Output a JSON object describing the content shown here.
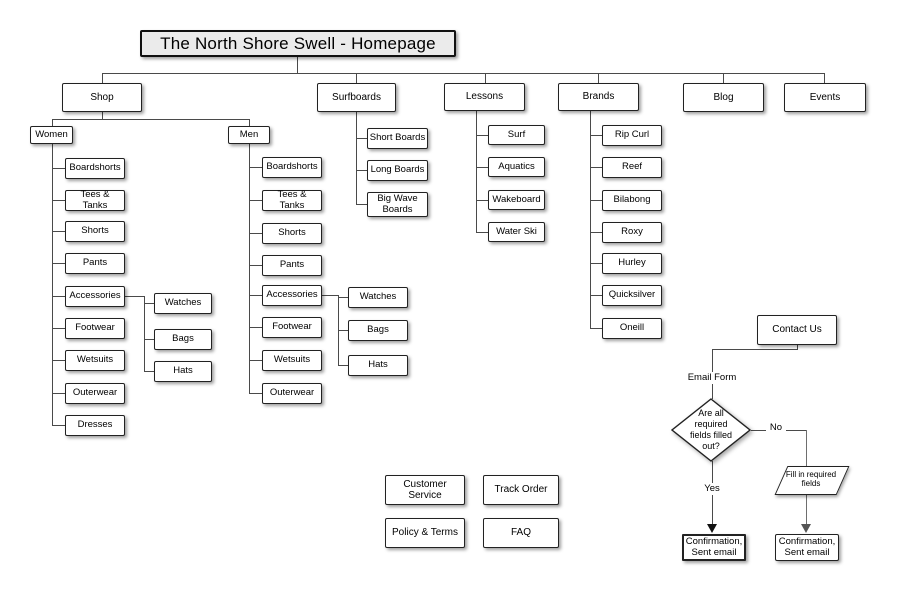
{
  "title": "The North Shore Swell - Homepage",
  "nav": {
    "shop": "Shop",
    "surfboards": "Surfboards",
    "lessons": "Lessons",
    "brands": "Brands",
    "blog": "Blog",
    "events": "Events"
  },
  "shop": {
    "women": {
      "label": "Women",
      "children": [
        "Boardshorts",
        "Tees & Tanks",
        "Shorts",
        "Pants",
        "Accessories",
        "Footwear",
        "Wetsuits",
        "Outerwear",
        "Dresses"
      ],
      "accessories": [
        "Watches",
        "Bags",
        "Hats"
      ]
    },
    "men": {
      "label": "Men",
      "children": [
        "Boardshorts",
        "Tees & Tanks",
        "Shorts",
        "Pants",
        "Accessories",
        "Footwear",
        "Wetsuits",
        "Outerwear"
      ],
      "accessories": [
        "Watches",
        "Bags",
        "Hats"
      ]
    }
  },
  "surfboards": {
    "children": [
      "Short Boards",
      "Long Boards",
      "Big Wave Boards"
    ]
  },
  "lessons": {
    "children": [
      "Surf",
      "Aquatics",
      "Wakeboard",
      "Water Ski"
    ]
  },
  "brands": {
    "children": [
      "Rip Curl",
      "Reef",
      "Bilabong",
      "Roxy",
      "Hurley",
      "Quicksilver",
      "Oneill"
    ]
  },
  "footer": {
    "customer_service": "Customer Service",
    "track_order": "Track Order",
    "policy_terms": "Policy & Terms",
    "faq": "FAQ"
  },
  "contact_flow": {
    "contact_us": "Contact Us",
    "email_form_label": "Email Form",
    "decision": "Are all required fields filled out?",
    "no_label": "No",
    "yes_label": "Yes",
    "fill_fields": "Fill in required fields",
    "confirmation_yes": "Confirmation, Sent email",
    "confirmation_no": "Confirmation, Sent email"
  },
  "colors": {
    "box_fill": "#ffffff",
    "title_fill": "#ebebeb",
    "border": "#222222",
    "connector": "#4a4a4a"
  }
}
